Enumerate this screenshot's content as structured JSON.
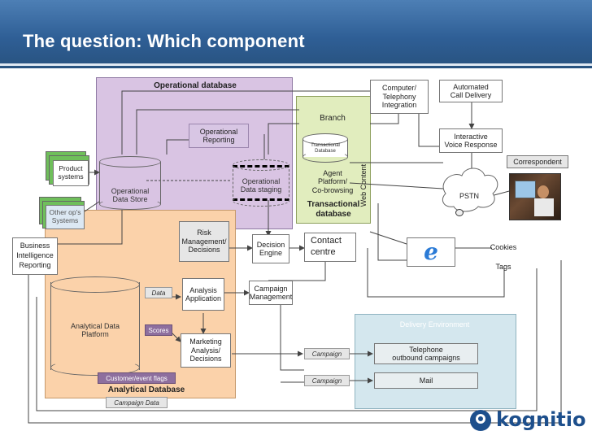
{
  "title": "The question: Which component",
  "regions": {
    "operational": "Operational database",
    "transactional": "Transactional database",
    "analytical": "Analytical  Database",
    "delivery": "Delivery Environment"
  },
  "nodes": {
    "computer_telephony": "Computer/\nTelephony\nIntegration",
    "automated_call": "Automated\nCall Delivery",
    "branch": "Branch",
    "op_reporting": "Operational\nReporting",
    "transactional_db": "Transactional\nDatabase",
    "agent_platform": "Agent\nPlatform/\nCo-browsing",
    "ivr": "Interactive\nVoice Response",
    "correspondent": "Correspondent",
    "product_systems": "Product\nsystems",
    "op_data_store": "Operational\nData Store",
    "op_data_staging": "Operational\nData staging",
    "pstn": "PSTN",
    "other_ops": "Other op's\nSystems",
    "risk": "Risk\nManagement/\nDecisions",
    "decision_engine": "Decision\nEngine",
    "contact_centre": "Contact\ncentre",
    "web_content": "Web Content",
    "cookies": "Cookies",
    "bi_reporting": "Business\nIntelligence\nReporting",
    "tags": "Tags",
    "analysis_app": "Analysis\nApplication",
    "campaign_mgmt": "Campaign\nManagement",
    "analytical_platform": "Analytical Data\nPlatform",
    "marketing": "Marketing\nAnalysis/\nDecisions",
    "telephone": "Telephone\noutbound campaigns",
    "mail": "Mail",
    "data_tag": "Data",
    "scores_tag": "Scores",
    "campaign1": "Campaign",
    "campaign2": "Campaign",
    "customer_flags": "Customer/event flags",
    "campaign_data": "Campaign Data"
  },
  "brand": {
    "name": "kognitio"
  },
  "colors": {
    "header": "#2f5f96",
    "operational_region": "#d9c4e3",
    "transactional_region": "#e1edbe",
    "analytical_region": "#fbd2aa",
    "delivery_region": "#d4e7ee",
    "brand_text": "#1d4f8c"
  }
}
